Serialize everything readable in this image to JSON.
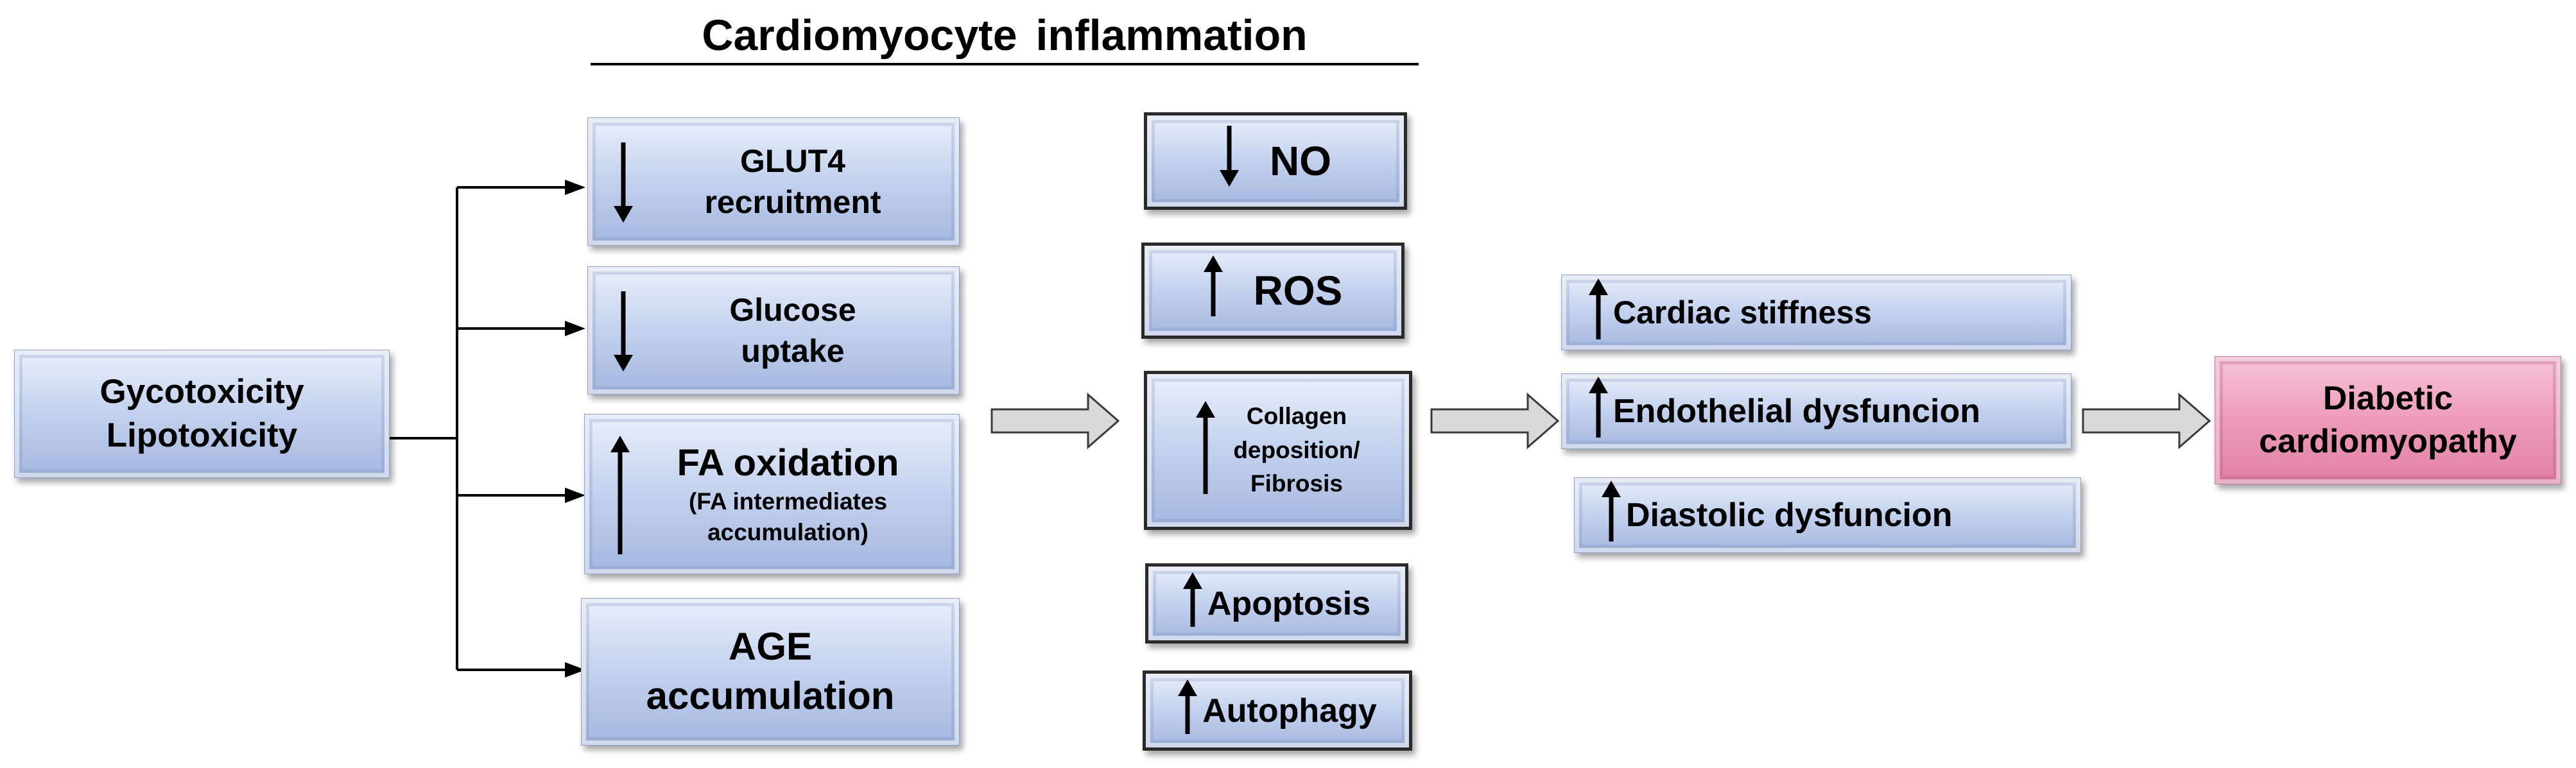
{
  "title": "Cardiomyocyte  inflammation",
  "boxes": {
    "source": [
      "Gycotoxicity",
      "Lipotoxicity"
    ],
    "glut4": [
      "GLUT4",
      "recruitment"
    ],
    "glucose": [
      "Glucose",
      "uptake"
    ],
    "fa_main": "FA oxidation",
    "fa_sub": [
      "(FA intermediates",
      "accumulation)"
    ],
    "age": [
      "AGE",
      "accumulation"
    ],
    "no": "NO",
    "ros": "ROS",
    "collagen": [
      "Collagen",
      "deposition/",
      "Fibrosis"
    ],
    "apoptosis": "Apoptosis",
    "autophagy": "Autophagy",
    "stiffness": "Cardiac stiffness",
    "endothelial": "Endothelial dysfuncion",
    "diastolic": "Diastolic  dysfuncion",
    "outcome": [
      "Diabetic",
      "cardiomyopathy"
    ]
  },
  "direction": {
    "glut4": "down",
    "glucose": "down",
    "fa": "up",
    "no": "down",
    "ros": "up",
    "collagen": "up",
    "apoptosis": "up",
    "autophagy": "up",
    "stiffness": "up",
    "endothelial": "up",
    "diastolic": "up"
  },
  "colors": {
    "box_blue": "#c4d2ee",
    "box_pink": "#ee9ab9",
    "arrow_fill": "#d9d9d9",
    "line": "#000000"
  }
}
